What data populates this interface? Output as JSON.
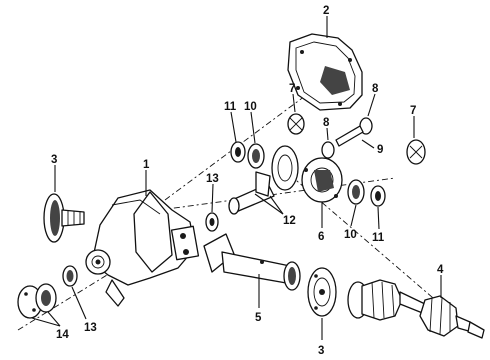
{
  "callouts": {
    "c1": "1",
    "c2": "2",
    "c3a": "3",
    "c3b": "3",
    "c4": "4",
    "c5": "5",
    "c6": "6",
    "c7a": "7",
    "c7b": "7",
    "c8a": "8",
    "c8b": "8",
    "c9": "9",
    "c10a": "10",
    "c10b": "10",
    "c11a": "11",
    "c11b": "11",
    "c12": "12",
    "c13a": "13",
    "c13b": "13",
    "c14": "14"
  }
}
